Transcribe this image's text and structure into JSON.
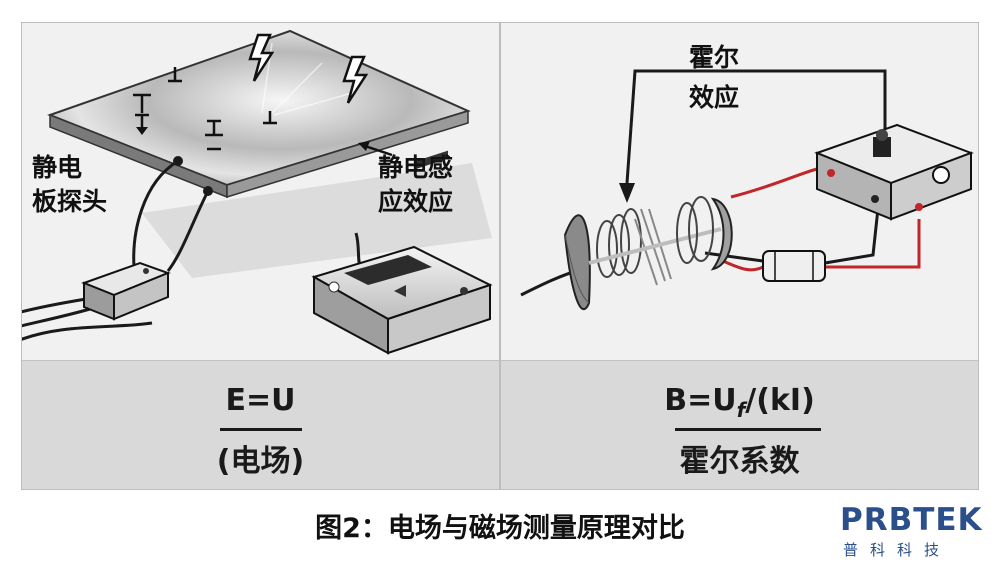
{
  "left_panel": {
    "probe_label_line1": "静电",
    "probe_label_line2": "板探头",
    "induction_label_line1": "静电感",
    "induction_label_line2": "应效应",
    "formula_top": "E=U",
    "formula_bottom": "(电场)"
  },
  "right_panel": {
    "hall_label_line1": "霍尔",
    "hall_label_line2": "效应",
    "formula_top_prefix": "B=U",
    "formula_top_sub": "f",
    "formula_top_suffix": "/(kI)",
    "formula_bottom": "霍尔系数"
  },
  "caption": "图2：电场与磁场测量原理对比",
  "logo": {
    "main": "PRBTEK",
    "sub": "普科科技",
    "color": "#2a4f8a"
  },
  "colors": {
    "wire_red": "#c0262a",
    "wire_black": "#1a1a1a",
    "panel_bg": "#f1f1f1",
    "formula_bg": "#d9d9d9"
  }
}
